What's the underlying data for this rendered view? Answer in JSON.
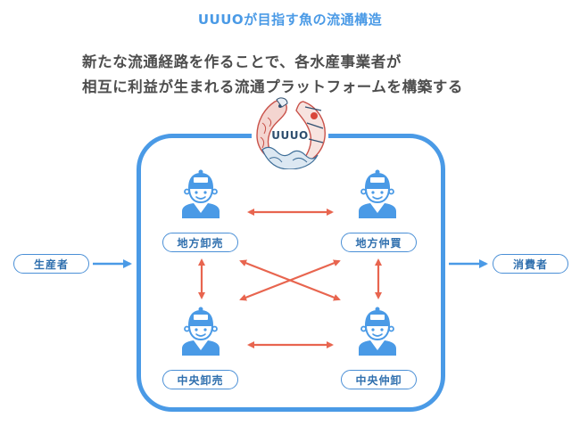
{
  "title": "UUUOが目指す魚の流通構造",
  "subtitle": {
    "line1": "新たな流通経路を作ることで、各水産事業者が",
    "line2": "相互に利益が生まれる流通プラットフォームを構築する"
  },
  "logo": {
    "text": "UUUO",
    "icon": "fish-circle-logo-icon"
  },
  "colors": {
    "primary_blue": "#4a9ae6",
    "arrow_red": "#e8654f",
    "text_gray": "#4d4d4d",
    "label_blue": "#2f6fae"
  },
  "outside_nodes": {
    "producer": "生産者",
    "consumer": "消費者"
  },
  "nodes": {
    "regional_wholesaler": "地方卸売",
    "regional_broker": "地方仲買",
    "central_wholesaler": "中央卸売",
    "central_broker": "中央仲卸"
  },
  "connections": [
    {
      "from": "生産者",
      "to": "platform",
      "direction": "one-way"
    },
    {
      "from": "platform",
      "to": "消費者",
      "direction": "one-way"
    },
    {
      "from": "地方卸売",
      "to": "地方仲買",
      "direction": "two-way"
    },
    {
      "from": "中央卸売",
      "to": "中央仲卸",
      "direction": "two-way"
    },
    {
      "from": "地方卸売",
      "to": "中央卸売",
      "direction": "two-way"
    },
    {
      "from": "地方仲買",
      "to": "中央仲卸",
      "direction": "two-way"
    },
    {
      "from": "地方卸売",
      "to": "中央仲卸",
      "direction": "two-way"
    },
    {
      "from": "地方仲買",
      "to": "中央卸売",
      "direction": "two-way"
    }
  ]
}
